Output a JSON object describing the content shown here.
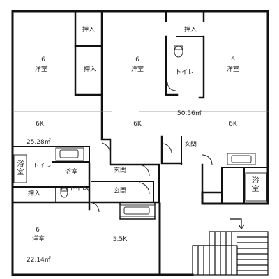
{
  "labels": {
    "oshiire": "押入",
    "toilet": "トイレ",
    "bath": "浴室",
    "genkan": "玄関",
    "yoshitsu": "洋室",
    "tatami6": "6",
    "k6": "6K",
    "k55": "5.5K"
  },
  "areas": {
    "unit_a": "25.28㎡",
    "unit_b": "50.56㎡",
    "unit_c": "22.14㎡"
  }
}
